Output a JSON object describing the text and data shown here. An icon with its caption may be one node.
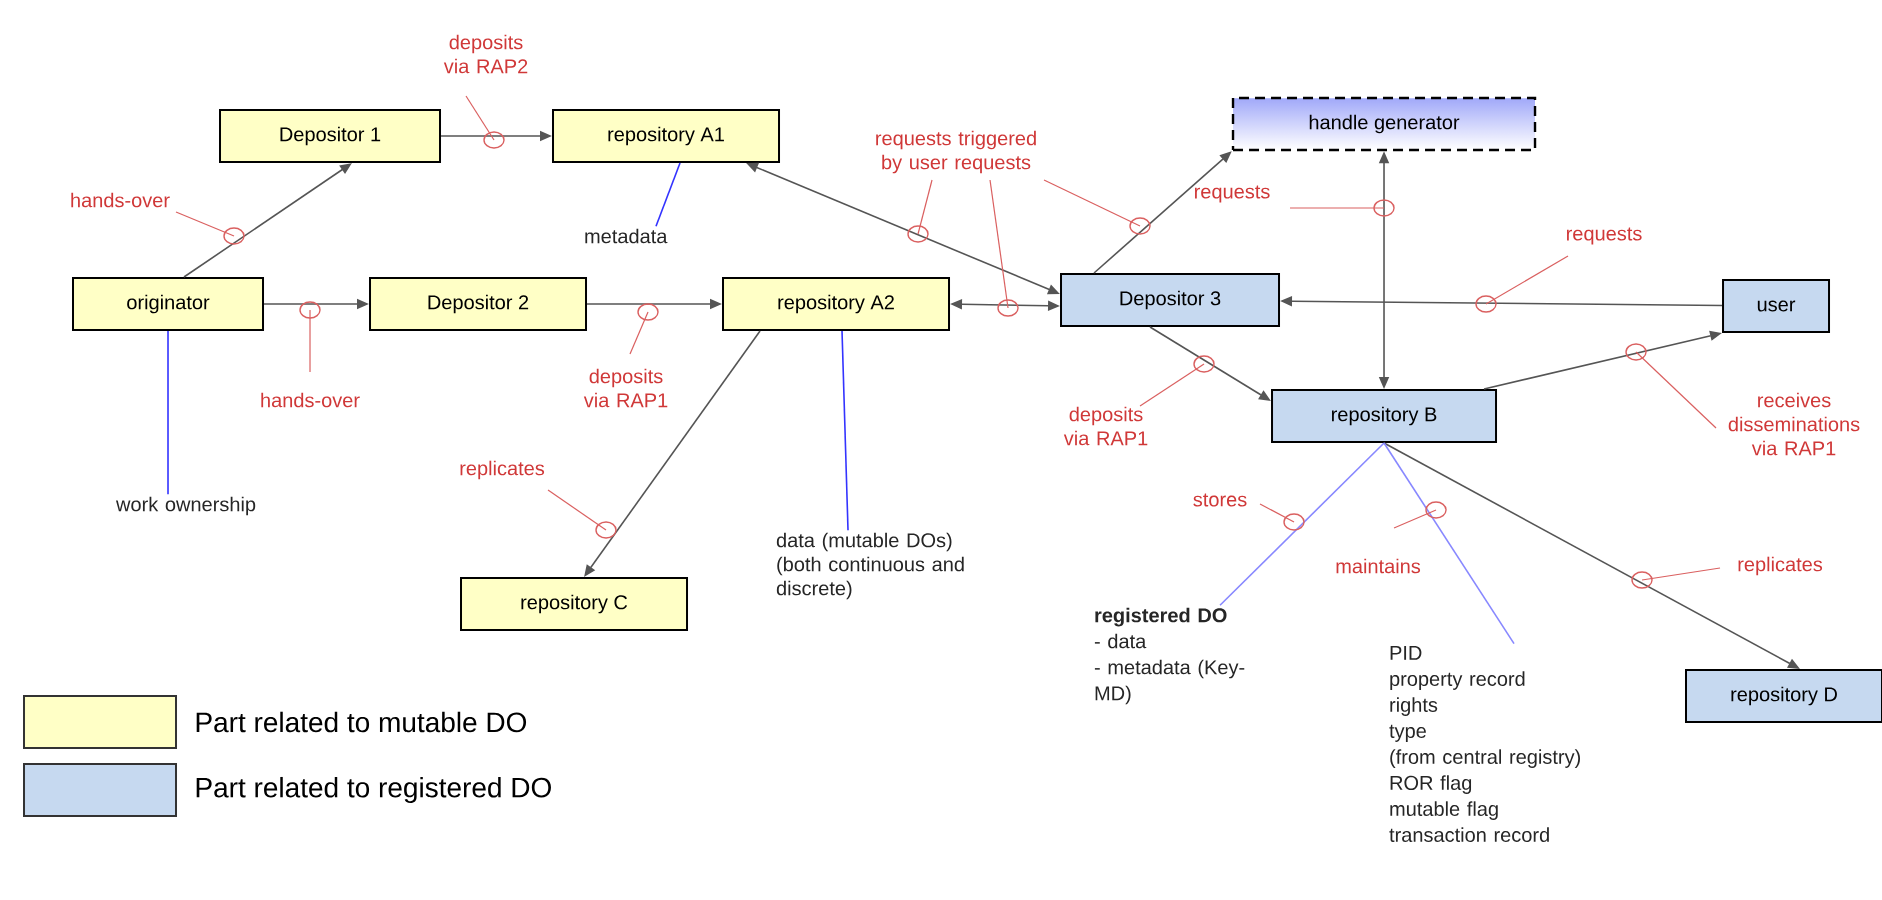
{
  "diagram": {
    "nodes": [
      {
        "text": [
          "Depositor 1"
        ]
      },
      {
        "text": [
          "repository A1"
        ]
      },
      {
        "text": [
          "originator"
        ]
      },
      {
        "text": [
          "Depositor 2"
        ]
      },
      {
        "text": [
          "repository A2"
        ]
      },
      {
        "text": [
          "handle generator"
        ]
      },
      {
        "text": [
          "Depositor 3"
        ]
      },
      {
        "text": [
          "user"
        ]
      },
      {
        "text": [
          "repository B"
        ]
      },
      {
        "text": [
          "repository C"
        ]
      },
      {
        "text": [
          "repository D"
        ]
      },
      {
        "text": [
          "metadata"
        ]
      },
      {
        "text": [
          "work ownership"
        ]
      },
      {
        "text": [
          "data (mutable DOs) (both continuous and discrete)"
        ]
      },
      {
        "text": [
          "registered DO",
          "- data",
          "- metadata (Key-MD)"
        ]
      },
      {
        "text": [
          "PID",
          "property record",
          "rights",
          "type",
          "(from central registry)",
          "ROR flag",
          "mutable flag",
          "transaction record"
        ]
      }
    ],
    "edges": [
      {
        "from": 2,
        "to": 0,
        "arrow": "to",
        "label": "hands-over"
      },
      {
        "from": 0,
        "to": 1,
        "arrow": "to",
        "label": "deposits via RAP2"
      },
      {
        "from": 2,
        "to": 3,
        "arrow": "to",
        "label": "hands-over"
      },
      {
        "from": 3,
        "to": 4,
        "arrow": "to",
        "label": "deposits via RAP1"
      },
      {
        "from": 1,
        "to": 6,
        "arrow": "both",
        "label": "requests triggered by user requests"
      },
      {
        "from": 4,
        "to": 6,
        "arrow": "both"
      },
      {
        "from": 6,
        "to": 5,
        "arrow": "to",
        "label": "requests"
      },
      {
        "from": 5,
        "to": 8,
        "arrow": "both"
      },
      {
        "from": 7,
        "to": 6,
        "arrow": "to",
        "label": "requests"
      },
      {
        "from": 6,
        "to": 8,
        "arrow": "to",
        "label": "deposits via RAP1"
      },
      {
        "from": 8,
        "to": 7,
        "arrow": "to",
        "label": "receives disseminations via RAP1"
      },
      {
        "from": 4,
        "to": 9,
        "arrow": "to",
        "label": "replicates"
      },
      {
        "from": 8,
        "to": 10,
        "arrow": "to",
        "label": "replicates"
      },
      {
        "from": 1,
        "to": 11,
        "arrow": "none",
        "color": "#3333ff"
      },
      {
        "from": 2,
        "to": 12,
        "arrow": "none",
        "color": "#3333ff"
      },
      {
        "from": 4,
        "to": 13,
        "arrow": "none",
        "color": "#3333ff"
      },
      {
        "from": 8,
        "to": 14,
        "arrow": "none",
        "color": "#8888ff",
        "label": "stores"
      },
      {
        "from": 8,
        "to": 15,
        "arrow": "none",
        "color": "#8888ff",
        "label": "maintains"
      }
    ],
    "legend": [
      {
        "text": "Part related to mutable DO",
        "color": "#ffffc6"
      },
      {
        "text": "Part related to registered DO",
        "color": "#c6d9f0"
      }
    ]
  }
}
